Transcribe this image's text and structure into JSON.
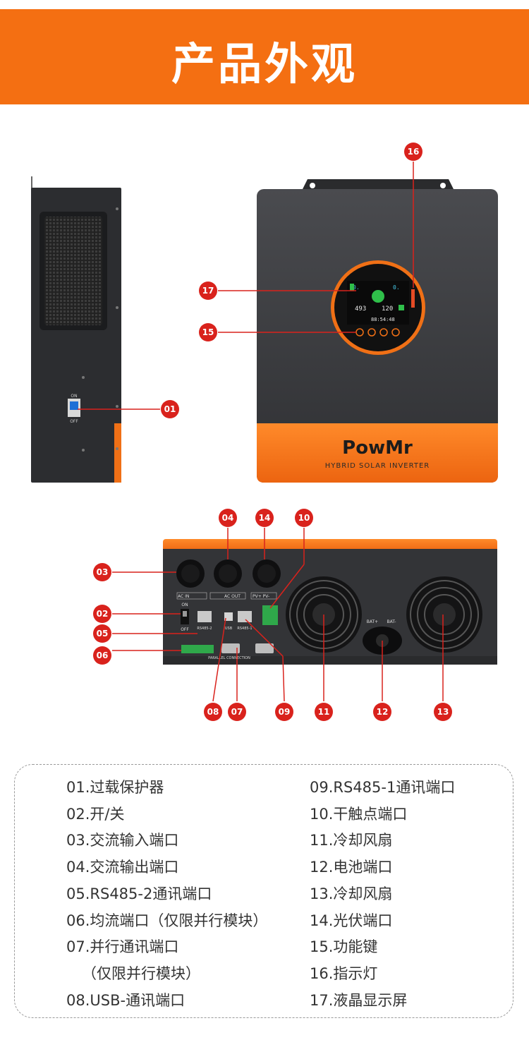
{
  "header": {
    "title": "产品外观"
  },
  "device": {
    "brand": "PowMr",
    "model_label": "HYBRID SOLAR INVERTER",
    "side_switch_on": "ON",
    "side_switch_off": "OFF",
    "lcd": {
      "top_left": "0.",
      "top_right": "0.",
      "mid_left": "493",
      "mid_right": "120",
      "bottom": "88:54:48"
    },
    "rear": {
      "ac_in_label": "AC IN",
      "ac_out_label": "AC OUT",
      "pv_label": "PV+ PV-",
      "switch_on": "ON",
      "switch_off": "OFF",
      "rs485_2": "RS485-2",
      "usb": "USB",
      "rs485_1": "RS485-1",
      "parallel": "PARALLEL CONNECTION",
      "bat_plus": "BAT+",
      "bat_minus": "BAT-"
    },
    "colors": {
      "orange": "#f46f12",
      "callout_red": "#d9221c",
      "body_dark": "#3a3b3e"
    }
  },
  "callouts": [
    "01",
    "02",
    "03",
    "04",
    "05",
    "06",
    "07",
    "08",
    "09",
    "10",
    "11",
    "12",
    "13",
    "14",
    "15",
    "16",
    "17"
  ],
  "legend": {
    "left": [
      "01.过载保护器",
      "02.开/关",
      "03.交流输入端口",
      "04.交流输出端口",
      "05.RS485-2通讯端口",
      "06.均流端口（仅限并行模块）",
      "07.并行通讯端口",
      "（仅限并行模块）",
      "08.USB-通讯端口"
    ],
    "right": [
      "09.RS485-1通讯端口",
      "10.干触点端口",
      "11.冷却风扇",
      "12.电池端口",
      "13.冷却风扇",
      "14.光伏端口",
      "15.功能键",
      "16.指示灯",
      "17.液晶显示屏"
    ]
  }
}
